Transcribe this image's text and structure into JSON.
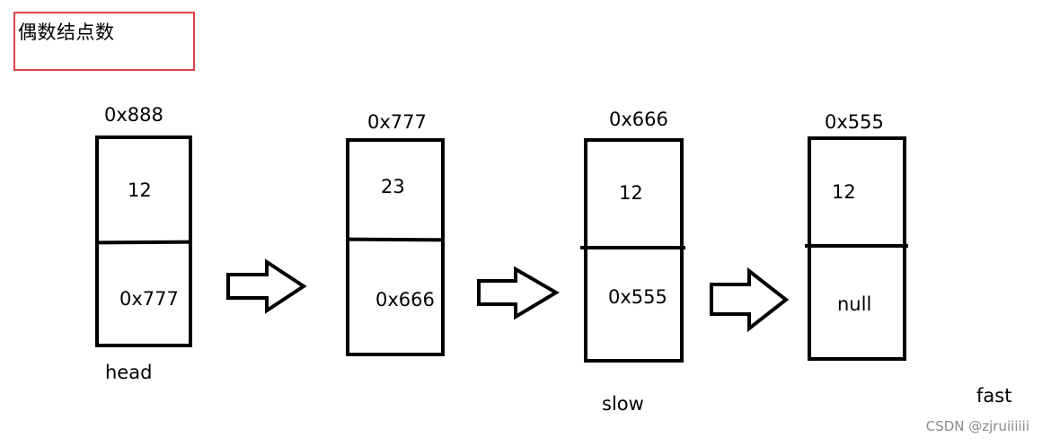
{
  "title": "偶数结点数",
  "nodes": [
    {
      "address": "0x888",
      "value": "12",
      "next": "0x777"
    },
    {
      "address": "0x777",
      "value": "23",
      "next": "0x666"
    },
    {
      "address": "0x666",
      "value": "12",
      "next": "0x555"
    },
    {
      "address": "0x555",
      "value": "12",
      "next": "null"
    }
  ],
  "pointers": {
    "head": "head",
    "slow": "slow",
    "fast": "fast"
  },
  "watermark": "CSDN @zjruiiiiii",
  "colors": {
    "title_border": "#e04444",
    "line": "#000000"
  }
}
